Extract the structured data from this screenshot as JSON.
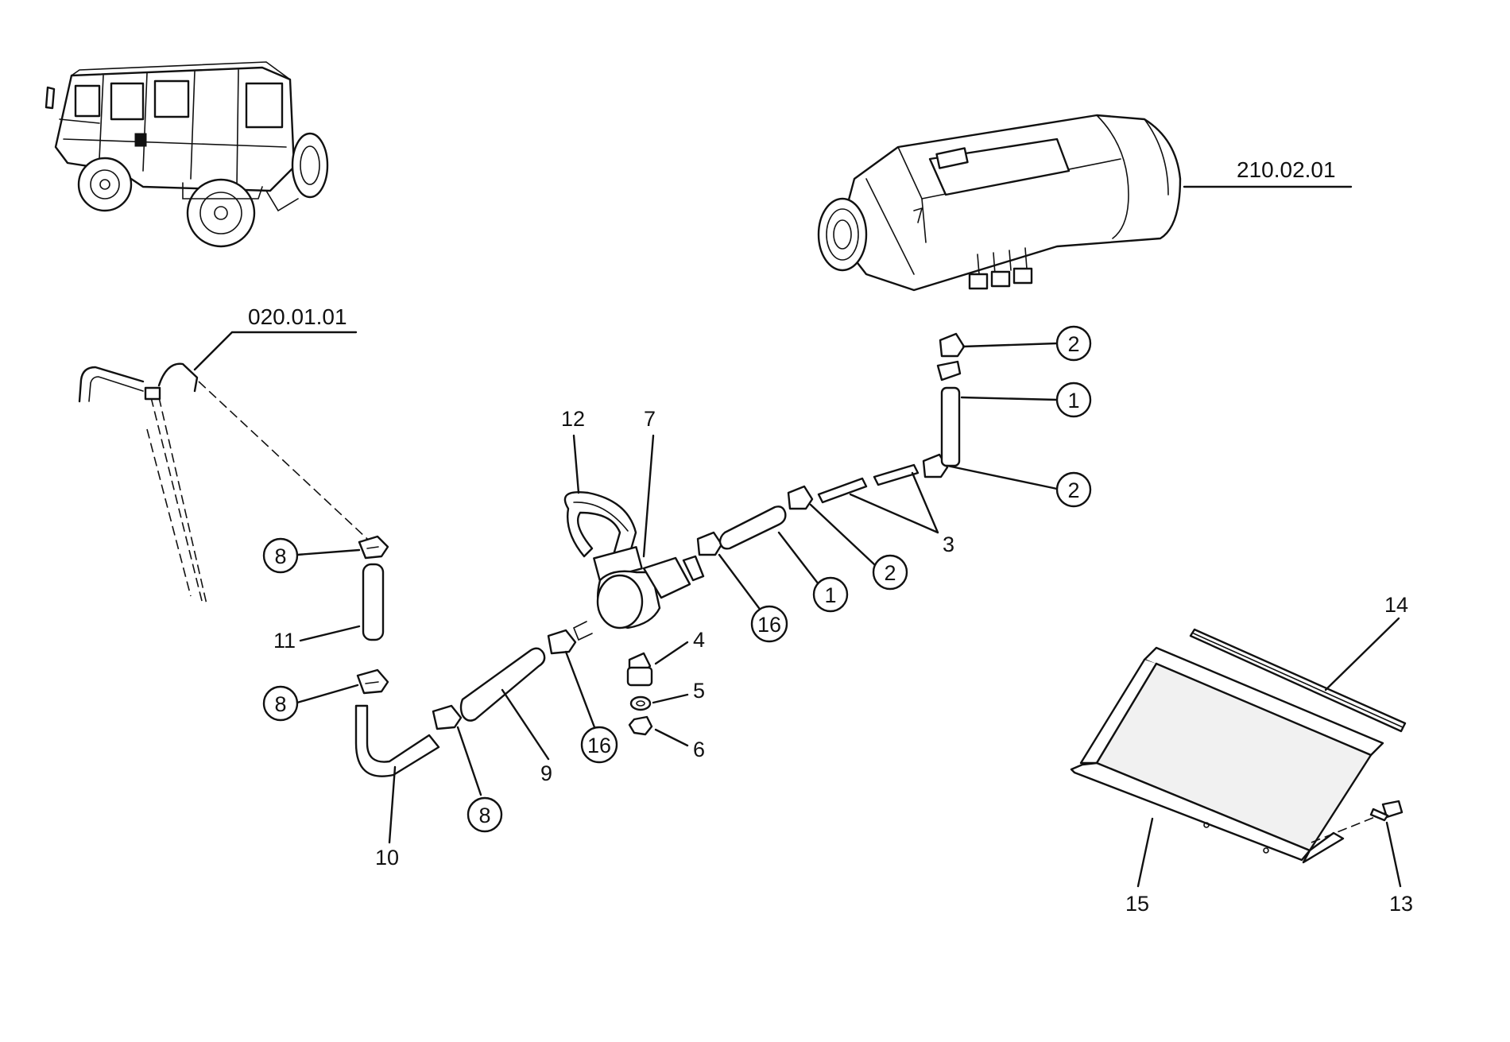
{
  "reference_labels": {
    "fuel_system": "020.01.01",
    "heater_unit": "210.02.01"
  },
  "callouts": {
    "c1": "12",
    "c2": "7",
    "c3": "3",
    "c4": "4",
    "c5": "5",
    "c6": "6",
    "c7": "9",
    "c8": "10",
    "c9": "11",
    "c10": "14",
    "c11": "15",
    "c12": "13"
  },
  "circled_callouts": {
    "top_right_upper": "2",
    "top_right_mid": "1",
    "top_right_lower": "2",
    "center_a": "2",
    "center_b": "1",
    "center_c": "16",
    "lower_a": "16",
    "left_upper": "8",
    "left_lower": "8",
    "bottom": "8"
  }
}
